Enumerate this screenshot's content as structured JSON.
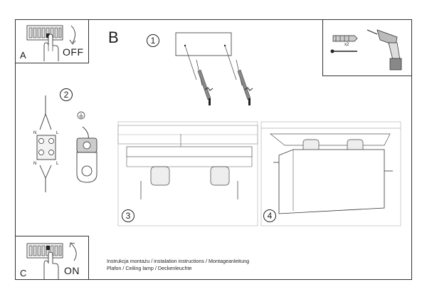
{
  "sections": {
    "a_letter": "A",
    "b_letter": "B",
    "c_letter": "C"
  },
  "switches": {
    "off_label": "OFF",
    "on_label": "ON"
  },
  "steps": [
    "1",
    "2",
    "3",
    "4"
  ],
  "terminals": {
    "n_top": "N",
    "l_top": "L",
    "n_bottom": "N",
    "l_bottom": "L"
  },
  "tools": {
    "anchor_quantity": "x2"
  },
  "captions": {
    "line1": "Instrukcja montażu / instalation instructions / Montageanleitung",
    "line2": "Plafon / Ceiling lamp / Deckenleuchte"
  }
}
